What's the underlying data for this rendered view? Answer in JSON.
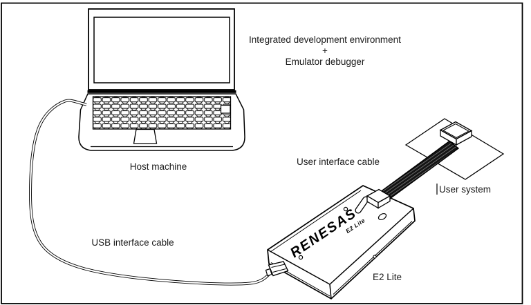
{
  "labels": {
    "ide_line1": "Integrated development environment",
    "ide_line2": "+",
    "ide_line3": "Emulator debugger",
    "host_machine": "Host machine",
    "usb_interface_cable": "USB interface cable",
    "user_interface_cable": "User interface cable",
    "user_system": "User system",
    "e2_lite": "E2 Lite"
  },
  "device": {
    "brand": "RENESAS",
    "model": "E2 Lite"
  },
  "colors": {
    "line": "#000000",
    "background": "#ffffff",
    "ribbon_dark": "#141414",
    "text": "#1a1a1a"
  }
}
